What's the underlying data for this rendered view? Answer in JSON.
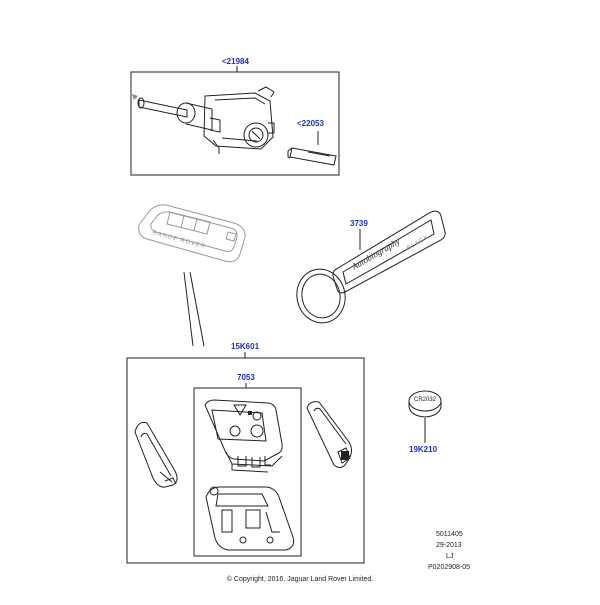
{
  "callouts": {
    "lock_assembly": "<21984",
    "key_blade": "<22053",
    "keyring": "3739",
    "key_kit": "15K601",
    "transmitter": "7053",
    "battery": "19K210"
  },
  "battery_label": "CR2032",
  "fob_brand": "RANGE ROVER",
  "badge_script": "Autobiography",
  "badge_small": "BLACK",
  "meta": {
    "line1": "5011405",
    "line2": "29-2013",
    "line3": "LJ",
    "line4": "P0202908-05"
  },
  "copyright": "© Copyright, 2016. Jaguar Land Rover Limited."
}
